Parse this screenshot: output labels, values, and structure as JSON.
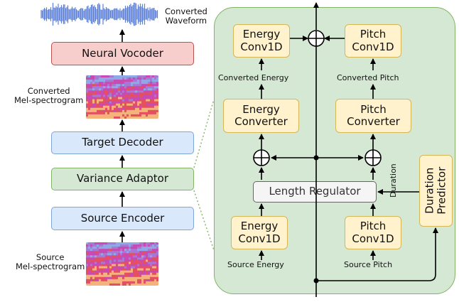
{
  "left": {
    "converted_waveform": [
      "Converted",
      "Waveform"
    ],
    "neural_vocoder": "Neural Vocoder",
    "converted_mel": [
      "Converted",
      "Mel-spectrogram"
    ],
    "target_decoder": "Target Decoder",
    "variance_adaptor": "Variance Adaptor",
    "source_encoder": "Source Encoder",
    "source_mel": [
      "Source",
      "Mel-spectrogram"
    ]
  },
  "panel": {
    "energy_conv_top": [
      "Energy",
      "Conv1D"
    ],
    "pitch_conv_top": [
      "Pitch",
      "Conv1D"
    ],
    "converted_energy": "Converted Energy",
    "converted_pitch": "Converted Pitch",
    "energy_converter": [
      "Energy",
      "Converter"
    ],
    "pitch_converter": [
      "Pitch",
      "Converter"
    ],
    "length_regulator": "Length Regulator",
    "duration": "Duration",
    "duration_predictor": [
      "Duration",
      "Predictor"
    ],
    "energy_conv_bottom": [
      "Energy",
      "Conv1D"
    ],
    "pitch_conv_bottom": [
      "Pitch",
      "Conv1D"
    ],
    "source_energy": "Source Energy",
    "source_pitch": "Source Pitch"
  },
  "colors": {
    "encoder_fill": "#dae8fc",
    "adaptor_fill": "#d5e8d4",
    "vocoder_fill": "#f8cecc",
    "module_fill": "#fff2cc",
    "regulator_fill": "#f5f5f5",
    "waveform": "#5b7fd6"
  }
}
